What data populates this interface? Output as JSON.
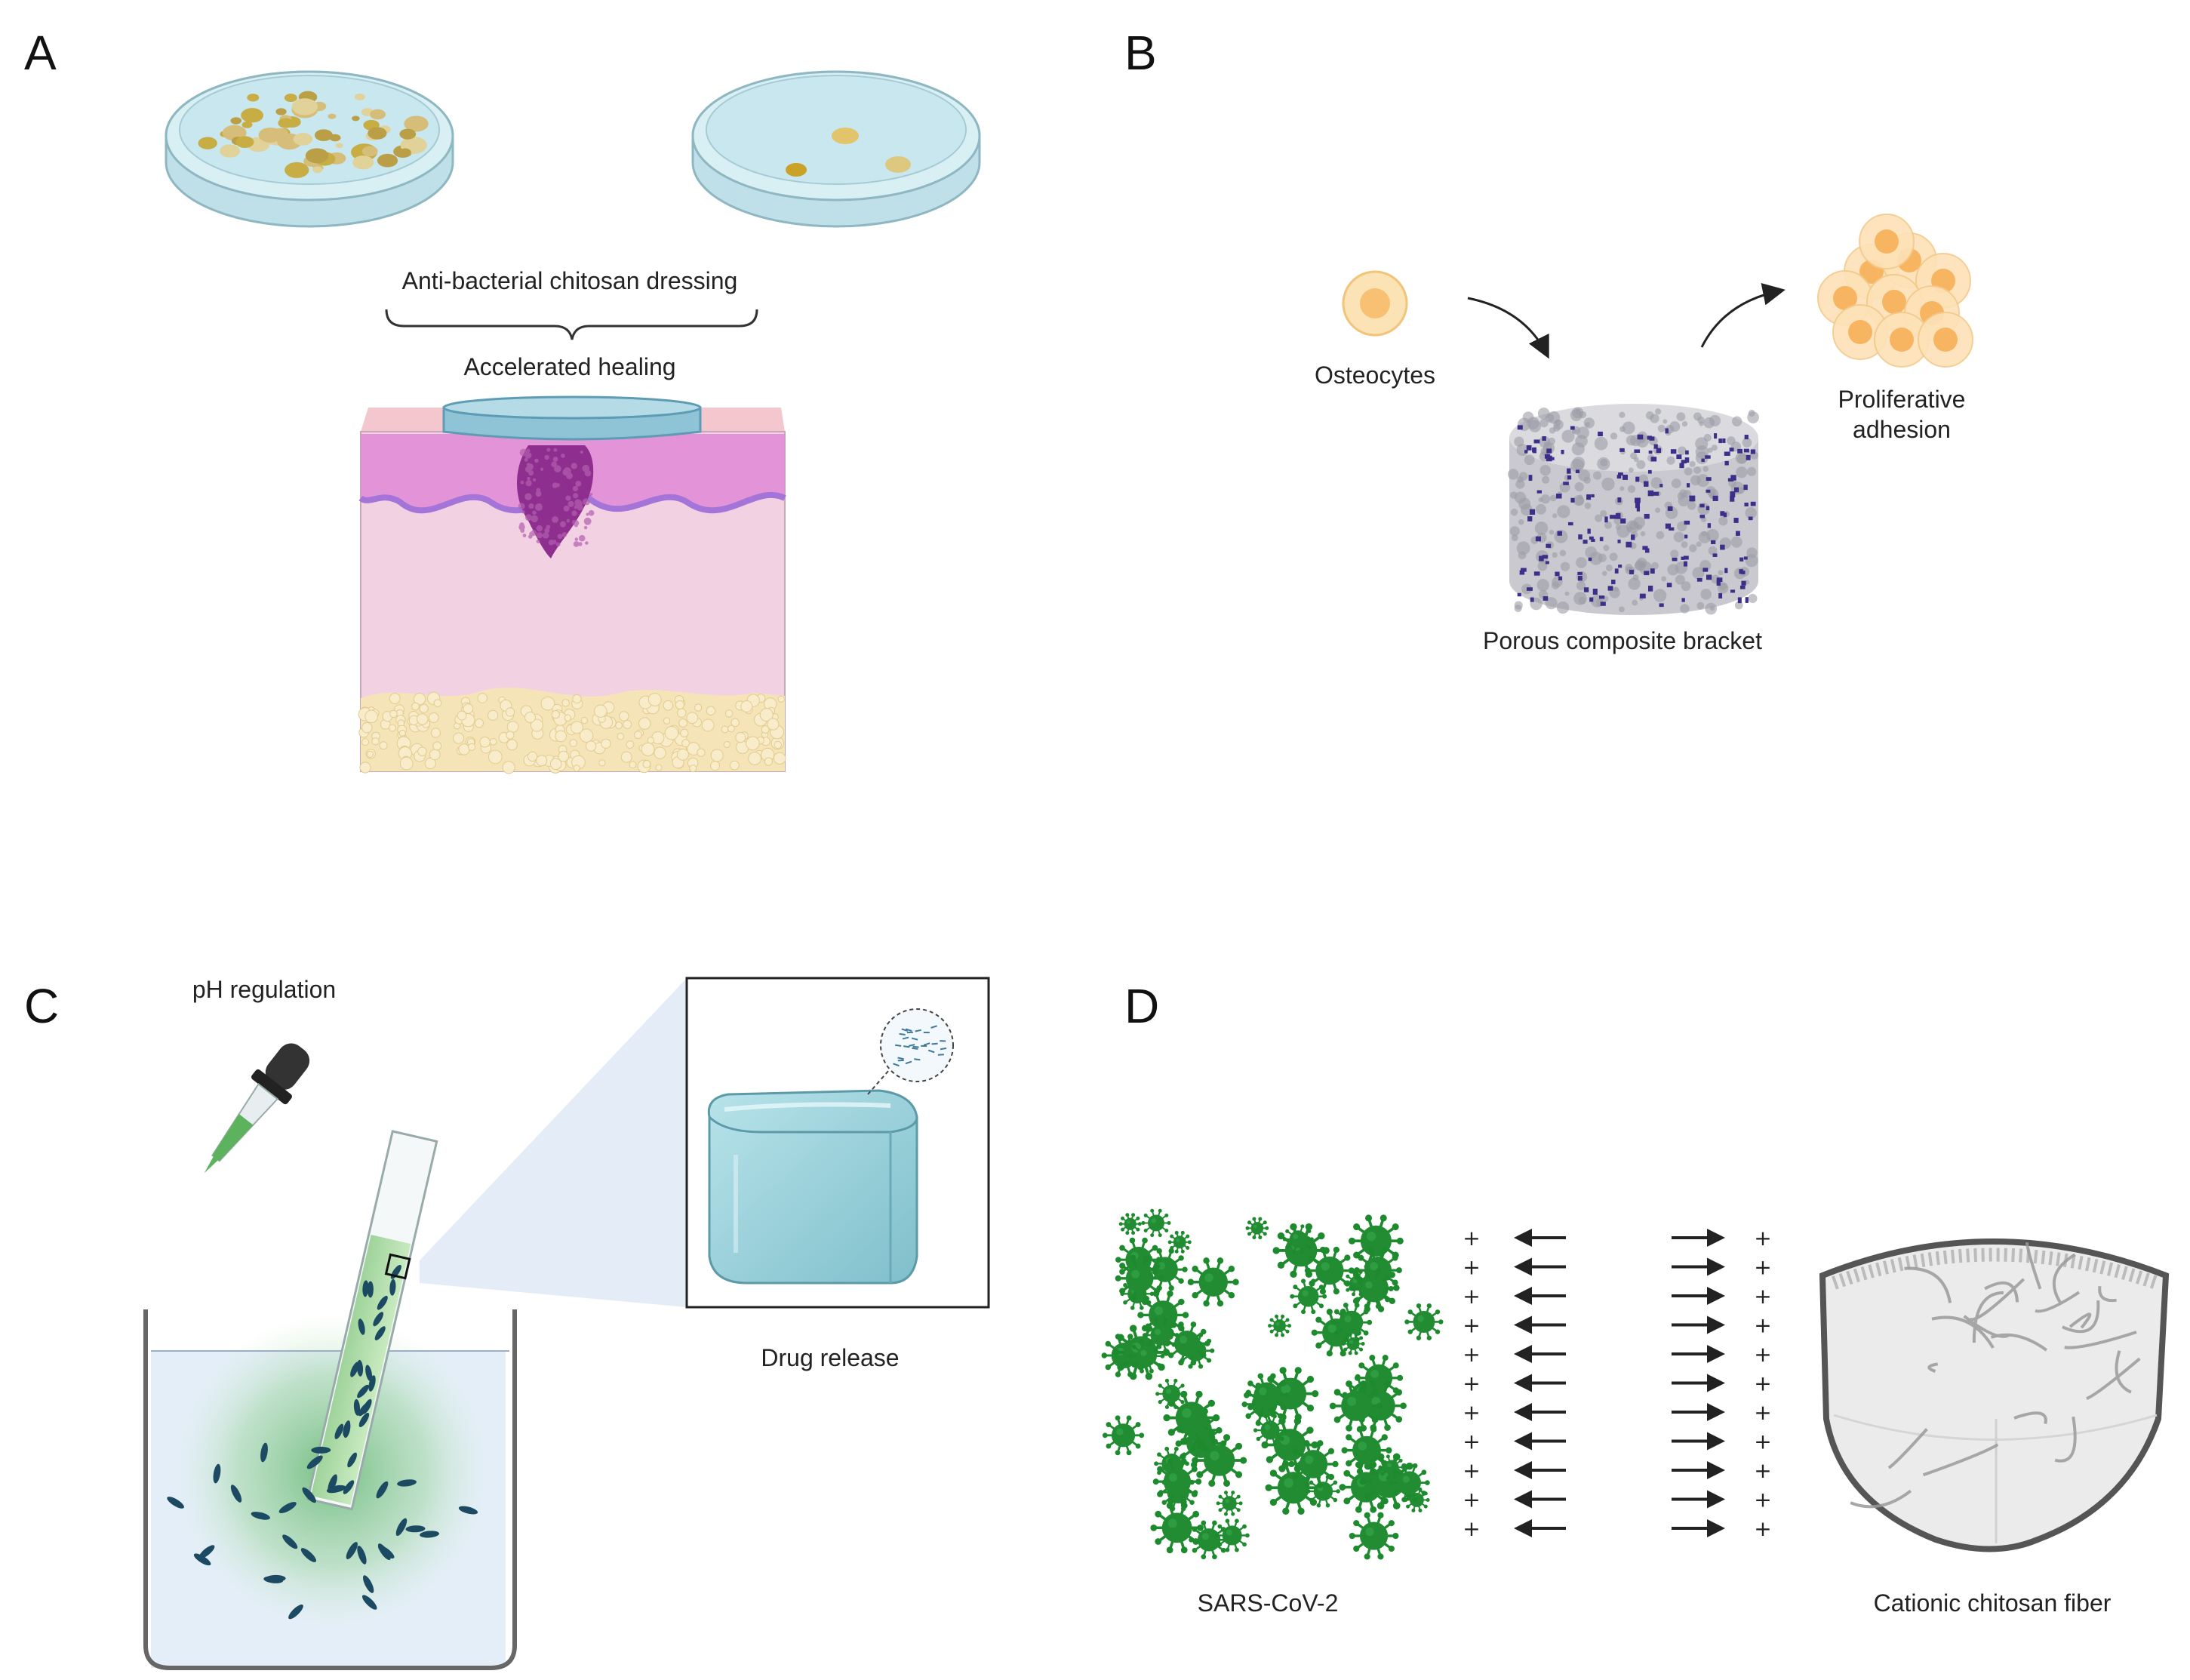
{
  "panels": {
    "a": {
      "letter": "A",
      "dressing_label": "Anti-bacterial chitosan dressing",
      "healing_label": "Accelerated healing"
    },
    "b": {
      "letter": "B",
      "osteocytes_label": "Osteocytes",
      "proliferative_label_line1": "Proliferative",
      "proliferative_label_line2": "adhesion",
      "bracket_label": "Porous composite bracket"
    },
    "c": {
      "letter": "C",
      "ph_label": "pH regulation",
      "drug_label": "Drug release"
    },
    "d": {
      "letter": "D",
      "virus_label": "SARS-CoV-2",
      "fiber_label": "Cationic chitosan fiber",
      "plus_sign": "+"
    }
  },
  "icons": [
    "petri-dish-icon",
    "skin-layers-icon",
    "osteocyte-cell-icon",
    "cell-cluster-icon",
    "porous-scaffold-icon",
    "dropper-icon",
    "test-tube-icon",
    "beaker-icon",
    "hydrogel-cube-icon",
    "virus-icon",
    "mask-icon"
  ],
  "colors": {
    "dish_fill": "#cde9ef",
    "colony": "#c9a227",
    "skin_pink": "#f2cde0",
    "epidermis_magenta": "#e08ad6",
    "wound_purple": "#8e2f8f",
    "fat_yellow": "#f5e4b8",
    "cell_orange": "#f7c88a",
    "scaffold_gray": "#c9c9cf",
    "scaffold_dots": "#3b2f8a",
    "gel_green": "#a8d8a0",
    "cube_teal": "#9ccfd8",
    "virus_green": "#1e8a2e",
    "mask_gray": "#e6e6e6"
  }
}
